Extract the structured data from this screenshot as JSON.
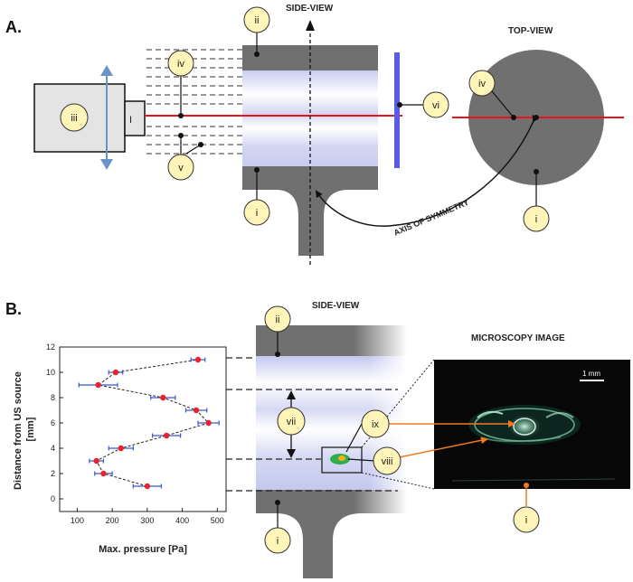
{
  "panel_a": {
    "panel_label": "A.",
    "side_view_title": "SIDE-VIEW",
    "top_view_title": "TOP-VIEW",
    "axis_of_symmetry": "AXIS OF SYMMETRY",
    "transducer_mark": "I",
    "callouts": [
      "ii",
      "iv",
      "iii",
      "v",
      "vi",
      "i",
      "iv",
      "i"
    ]
  },
  "panel_b": {
    "panel_label": "B.",
    "side_view_title": "SIDE-VIEW",
    "microscopy_title": "MICROSCOPY IMAGE",
    "scale_bar": "1 mm",
    "callouts": [
      "ii",
      "vii",
      "ix",
      "viii",
      "i",
      "i"
    ]
  },
  "colors": {
    "gray": "#707070",
    "beam": "#e8141b",
    "blue_arrow": "#6b93c7",
    "reflector": "#5a5ae6",
    "callout_fill": "#fff5b8",
    "marker": "#e8232a",
    "errorbar": "#3a55d6",
    "orange": "#f07a20"
  },
  "chart_data": {
    "type": "scatter",
    "xlabel": "Max. pressure [Pa]",
    "ylabel": "Distance from US source [mm]",
    "xlim": [
      50,
      525
    ],
    "ylim": [
      -1,
      12
    ],
    "x_ticks": [
      "100",
      "200",
      "300",
      "400",
      "500"
    ],
    "y_ticks": [
      "0",
      "2",
      "4",
      "6",
      "8",
      "10",
      "12"
    ],
    "grid": false,
    "points": [
      {
        "x": 300,
        "y": 1,
        "err": 40
      },
      {
        "x": 175,
        "y": 2,
        "err": 25
      },
      {
        "x": 155,
        "y": 3,
        "err": 20
      },
      {
        "x": 225,
        "y": 4,
        "err": 35
      },
      {
        "x": 355,
        "y": 5,
        "err": 40
      },
      {
        "x": 475,
        "y": 6,
        "err": 30
      },
      {
        "x": 440,
        "y": 7,
        "err": 30
      },
      {
        "x": 345,
        "y": 8,
        "err": 35
      },
      {
        "x": 160,
        "y": 9,
        "err": 55
      },
      {
        "x": 210,
        "y": 10,
        "err": 20
      },
      {
        "x": 445,
        "y": 11,
        "err": 20
      }
    ]
  }
}
